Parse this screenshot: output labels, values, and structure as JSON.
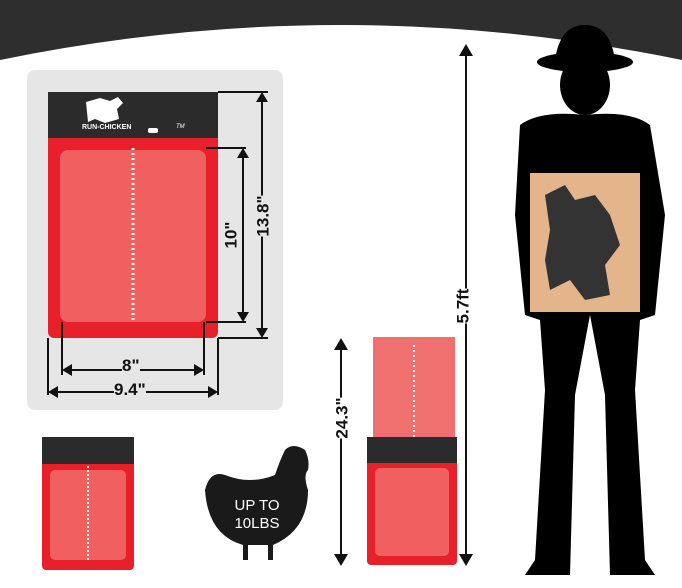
{
  "brand": "RUN-CHICKEN",
  "tm": "TM",
  "dims": {
    "width_inner": "8\"",
    "width_outer": "9.4\"",
    "height_inner": "10\"",
    "height_outer": "13.8\"",
    "open_height": "24.3\"",
    "person_height": "5.7ft"
  },
  "chicken": {
    "line1": "UP TO",
    "line2": "10LBS"
  },
  "colors": {
    "red": "#e8202a",
    "panel": "#f06060",
    "dark": "#2b2b2b"
  }
}
